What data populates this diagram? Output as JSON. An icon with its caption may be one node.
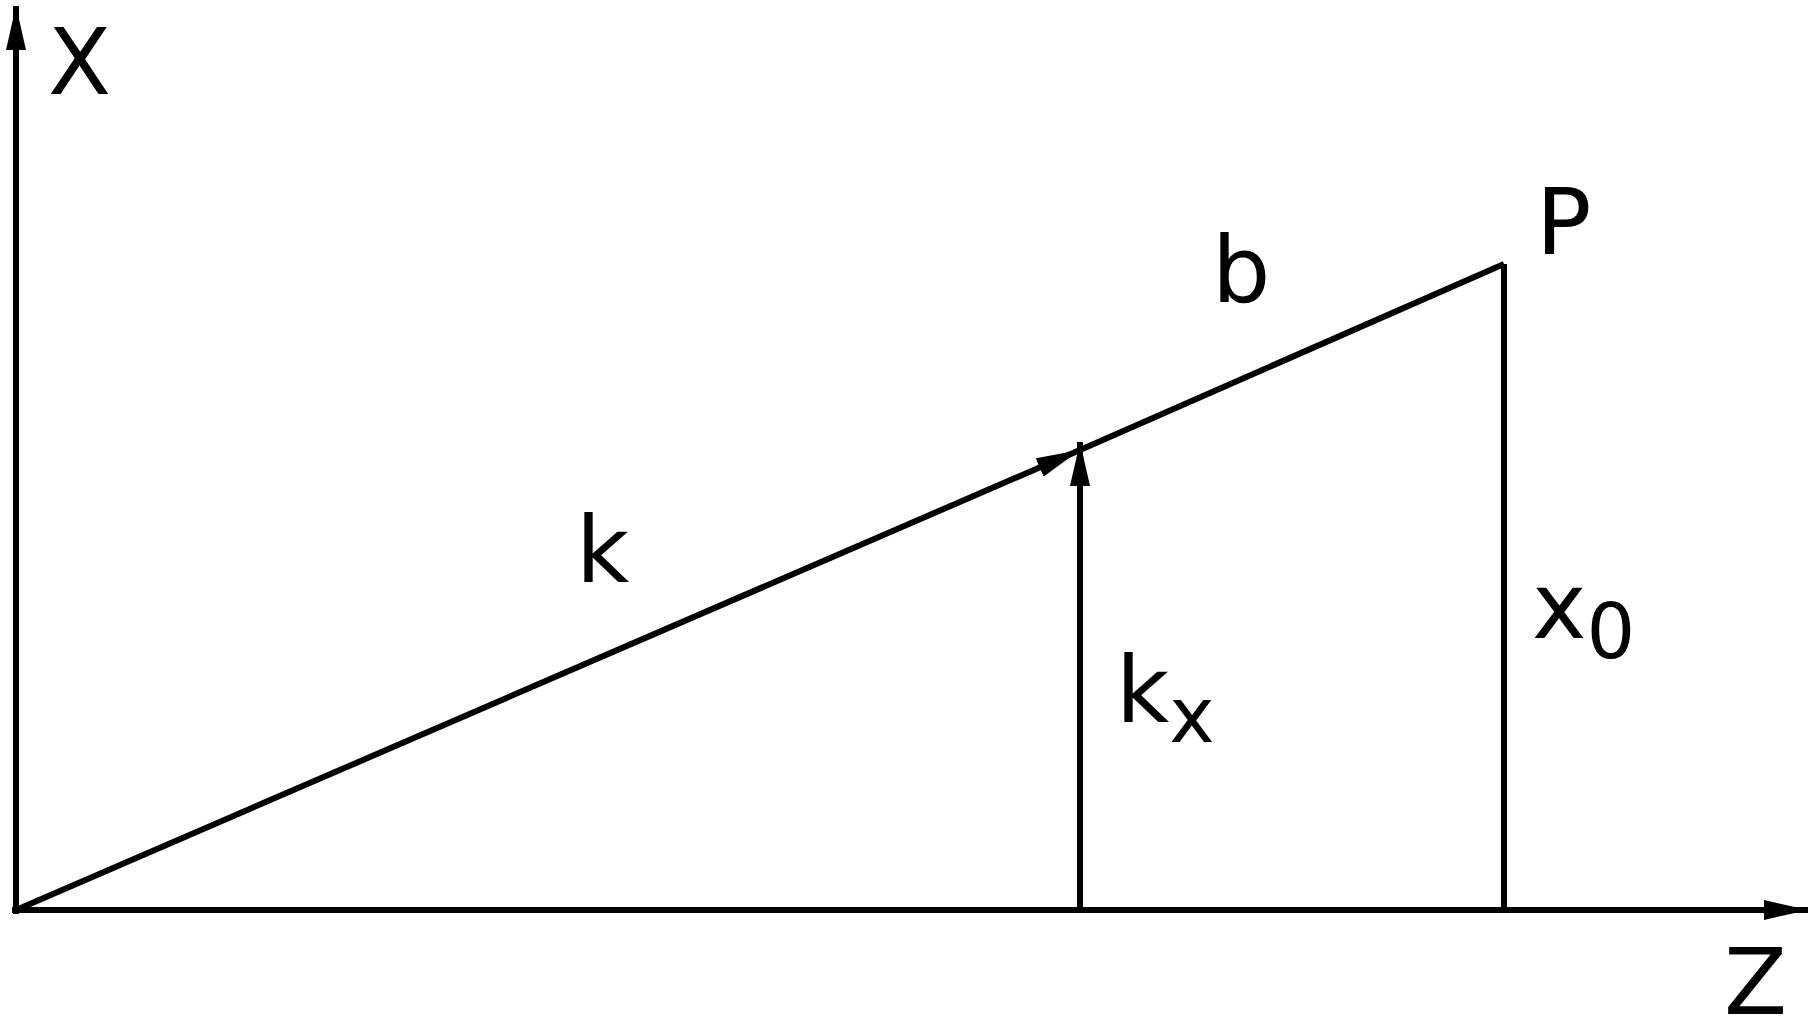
{
  "diagram": {
    "labels": [
      "X",
      "P",
      "b",
      "k",
      "k$_{x}$",
      "x$_{0}$",
      "Z"
    ]
  }
}
